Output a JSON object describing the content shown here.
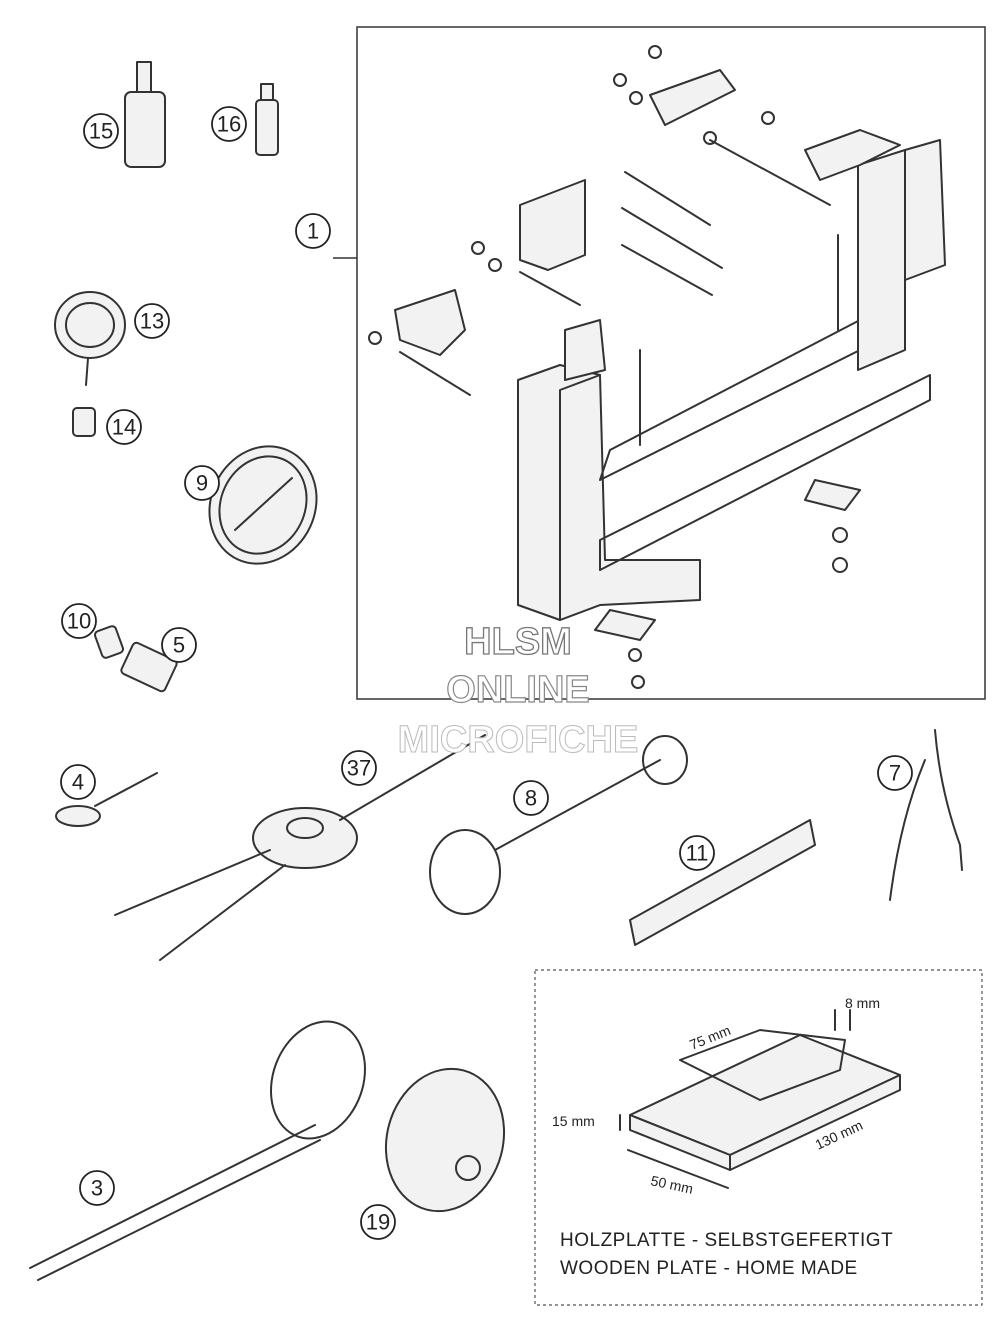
{
  "callouts": [
    {
      "id": "1",
      "label": "1"
    },
    {
      "id": "3",
      "label": "3"
    },
    {
      "id": "4",
      "label": "4"
    },
    {
      "id": "5",
      "label": "5"
    },
    {
      "id": "7",
      "label": "7"
    },
    {
      "id": "8",
      "label": "8"
    },
    {
      "id": "9",
      "label": "9"
    },
    {
      "id": "10",
      "label": "10"
    },
    {
      "id": "11",
      "label": "11"
    },
    {
      "id": "13",
      "label": "13"
    },
    {
      "id": "14",
      "label": "14"
    },
    {
      "id": "15",
      "label": "15"
    },
    {
      "id": "16",
      "label": "16"
    },
    {
      "id": "19",
      "label": "19"
    },
    {
      "id": "37",
      "label": "37"
    }
  ],
  "watermark": {
    "line1": "HLSM",
    "line2": "ONLINE",
    "line3": "MICROFICHE"
  },
  "wooden_plate": {
    "dim_length": "75 mm",
    "dim_depth": "8 mm",
    "dim_height": "15 mm",
    "dim_width": "50 mm",
    "dim_long": "130 mm",
    "caption_de": "HOLZPLATTE - SELBSTGEFERTIGT",
    "caption_en": "WOODEN PLATE - HOME MADE"
  }
}
